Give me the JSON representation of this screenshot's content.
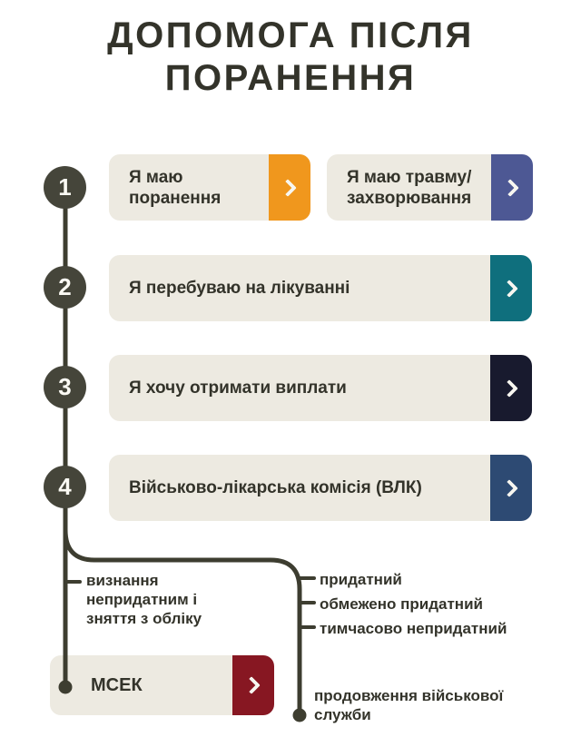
{
  "title": {
    "line1": "ДОПОМОГА ПІСЛЯ",
    "line2": "ПОРАНЕННЯ"
  },
  "steps": [
    {
      "number": "1"
    },
    {
      "number": "2"
    },
    {
      "number": "3"
    },
    {
      "number": "4"
    }
  ],
  "buttons": {
    "injury": {
      "label": "Я маю поранення"
    },
    "trauma": {
      "label": "Я маю травму/захворювання"
    },
    "treatment": {
      "label": "Я перебуваю на лікуванні"
    },
    "payments": {
      "label": "Я хочу отримати виплати"
    },
    "vlk": {
      "label": "Військово-лікарська комісія (ВЛК)"
    },
    "msek": {
      "label": "МСЕК"
    }
  },
  "branch": {
    "left_label": "визнання непридатним і зняття з обліку",
    "right_items": [
      "придатний",
      "обмежено придатний",
      "тимчасово непридатний"
    ],
    "bottom_label": "продовження військової служби"
  },
  "icons": {
    "chevron_right": "css-chevron",
    "endpoint_dot": "filled-circle"
  },
  "colors": {
    "ink": "#33332a",
    "line": "#3d3d30",
    "circle": "#45453a",
    "panel": "#edeae1",
    "orange": "#f0971d",
    "indigo": "#4d5894",
    "teal": "#0f6f7d",
    "navy": "#181a2e",
    "blue": "#2d4a73",
    "red": "#871722",
    "chevron": "#f7f6f0"
  }
}
